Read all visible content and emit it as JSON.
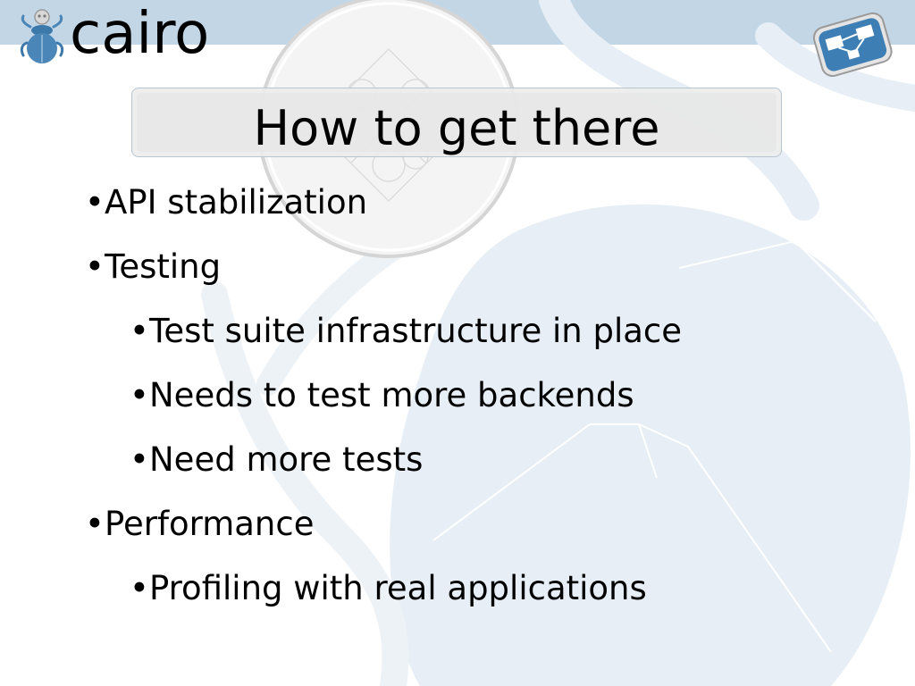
{
  "header": {
    "logo_text": "cairo"
  },
  "title": "How to get there",
  "bullet_glyph": "•",
  "bullets": [
    {
      "text": "API stabilization",
      "level": 1
    },
    {
      "text": "Testing",
      "level": 1
    },
    {
      "text": "Test suite infrastructure in place",
      "level": 2
    },
    {
      "text": "Needs to test more backends",
      "level": 2
    },
    {
      "text": "Need more tests",
      "level": 2
    },
    {
      "text": "Performance",
      "level": 1
    },
    {
      "text": "Profiling with real applications",
      "level": 2
    }
  ],
  "icons": {
    "logo": "cairo-scarab-logo-icon",
    "corner": "diagram-network-icon"
  },
  "colors": {
    "header_band": "#c3d6e6",
    "watermark": "#e6eef5",
    "corner_icon_fill": "#3d7fb5"
  }
}
